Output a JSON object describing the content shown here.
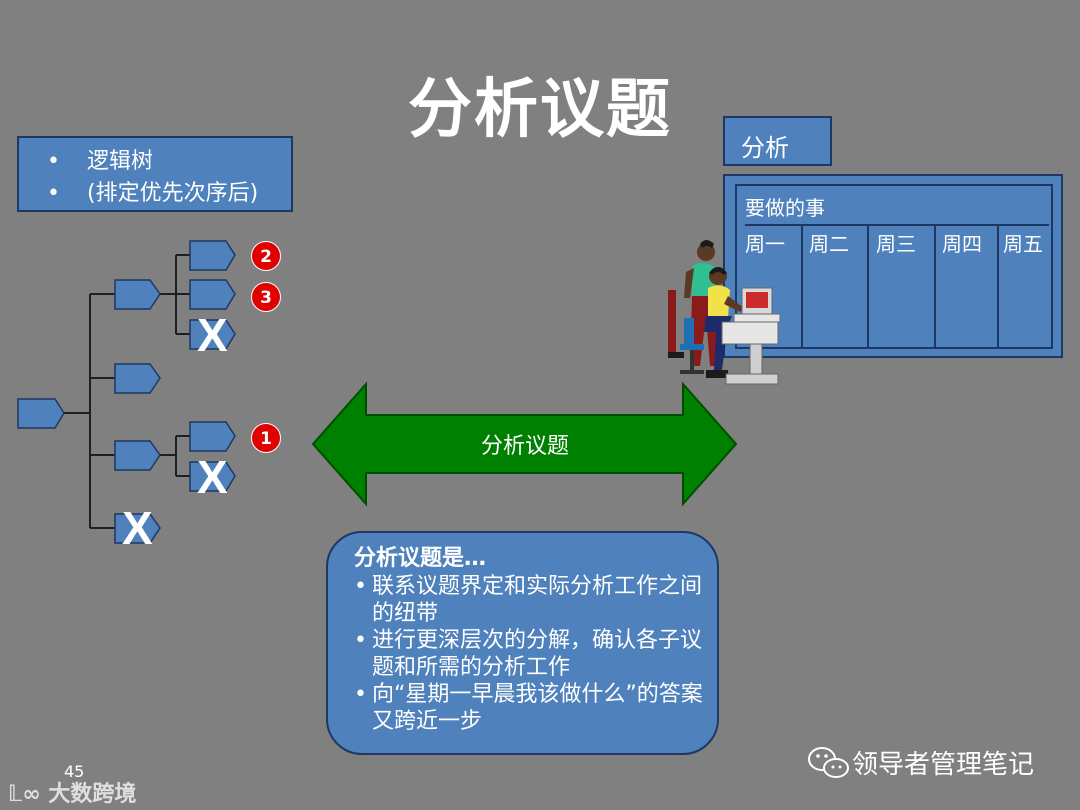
{
  "title": "分析议题",
  "tree_legend": {
    "items": [
      "逻辑树",
      "(排定优先次序后)"
    ]
  },
  "analysis_label": "分析",
  "schedule": {
    "header": "要做的事",
    "days": [
      "周一",
      "周二",
      "周三",
      "周四",
      "周五"
    ]
  },
  "arrow_label": "分析议题",
  "info_box": {
    "heading": "分析议题是…",
    "bullets": [
      "联系议题界定和实际分析工作之间的纽带",
      "进行更深层次的分解，确认各子议题和所需的分析工作",
      "向“星期一早晨我该做什么”的答案又跨近一步"
    ]
  },
  "priority_badges": [
    "2",
    "3",
    "1"
  ],
  "cross_marks": [
    "X",
    "X",
    "X"
  ],
  "page_number": "45",
  "logo_text": "大数跨境",
  "credit_text": "领导者管理笔记",
  "colors": {
    "background": "#808080",
    "box_fill": "#4f81bd",
    "box_border": "#1f3763",
    "arrow_fill": "#008000",
    "badge": "#e00000"
  }
}
